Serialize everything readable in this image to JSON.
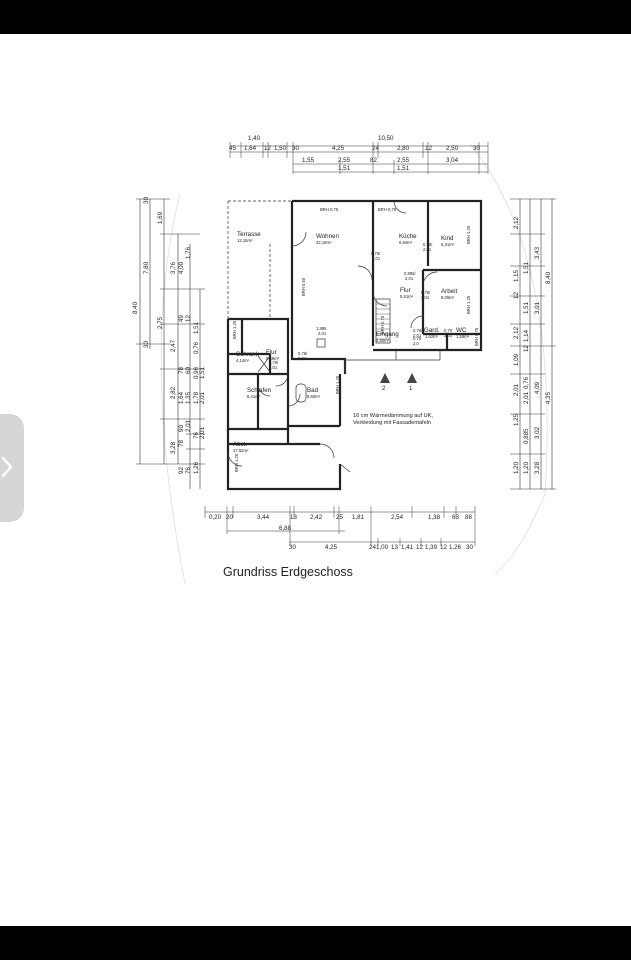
{
  "title": "Grundriss Erdgeschoss",
  "icons": {
    "side_tab": "chevron-right-icon"
  },
  "rooms": {
    "terrasse": {
      "name": "Terrasse",
      "area": "12,15m²"
    },
    "wohnen": {
      "name": "Wohnen",
      "area": "32,19m²"
    },
    "kueche": {
      "name": "Küche",
      "area": "6,94m²"
    },
    "kind": {
      "name": "Kind",
      "area": "8,31m²"
    },
    "flur_ost": {
      "name": "Flur",
      "area": "5,51m²"
    },
    "arbeit": {
      "name": "Arbeit",
      "area": "8,06m²"
    },
    "eingang": {
      "name": "Eingang",
      "area": "2,80m²"
    },
    "gard": {
      "name": "Gard.",
      "area": "1,62m²"
    },
    "wc": {
      "name": "WC",
      "area": "1,59m²"
    },
    "schrank": {
      "name": "Schrank",
      "area": "4,14m²"
    },
    "flur_west": {
      "name": "Flur",
      "area": "5,69m²"
    },
    "schlafen": {
      "name": "Schlafen",
      "area": "8,41m²"
    },
    "bad": {
      "name": "Bad",
      "area": "8,60m²"
    },
    "abst": {
      "name": "Abst.",
      "area": "17,52m²"
    }
  },
  "note": {
    "line1": "16 cm Wärmedämmung auf UK,",
    "line2": "Verkleidung mit Fassadentafeln"
  },
  "section_markers": [
    "2",
    "1"
  ],
  "door_labels": {
    "d1": "0,76/",
    "d1b": "2,01",
    "d2": "0,76/",
    "d2b": "2,01",
    "d3": "0,885/",
    "d3b": "2,01",
    "d4": "0,76/",
    "d4b": "2,01",
    "d5": "0,76/",
    "d5b": "2,01",
    "d6": "0,70",
    "d6b": "2,01",
    "d7": "0,76/",
    "d7b": "2,01",
    "d8": "0,76/",
    "d8b": "2,01",
    "d9": "1,885",
    "d9b": "2,01",
    "d10": "0,76",
    "d10b": "2,0"
  },
  "brh_labels": [
    "BRH 0,75",
    "BRH 1,26",
    "BRH 0,50",
    "BRH 0,75",
    "BRH 1,25",
    "BRH 1,25",
    "BRH 1,25",
    "BRH 1,25",
    "BRH 0,75",
    "BRH 0,75"
  ],
  "dims_top": {
    "row1": [
      "1,40",
      "10,50"
    ],
    "row2": [
      "45",
      "1,64",
      "12",
      "1,50",
      "30",
      "4,25",
      "24",
      "2,80",
      "12",
      "2,50",
      "30"
    ],
    "row3": [
      "1,55",
      "2,55",
      "82",
      "2,55",
      "3,04"
    ],
    "row3b": [
      "1,51",
      "1,51"
    ]
  },
  "dims_left": {
    "outer": [
      "8,40"
    ],
    "col2": [
      "7,80",
      "30",
      "30"
    ],
    "col3": [
      "1,69",
      "3,76",
      "2,75",
      "2,47",
      "2,82",
      "3,28"
    ],
    "col4": [
      "4,00",
      "1,76",
      "49",
      "12",
      "78",
      "60",
      "1,64",
      "1,35",
      "90",
      "2,01",
      "78",
      "92",
      "76"
    ],
    "col5": [
      "1,51",
      "0,76",
      "0,96",
      "1,51",
      "1,78",
      "2,01",
      "76",
      "2,01",
      "1,26"
    ]
  },
  "dims_right": {
    "col1": [
      "2,12",
      "1,15",
      "12",
      "2,12",
      "1,09",
      "2,01",
      "1,25",
      "1,20"
    ],
    "col2": [
      "1,51",
      "1,51",
      "1,14",
      "12",
      "0,76",
      "0,885",
      "1,20",
      "2,01"
    ],
    "col3": [
      "3,43",
      "3,01",
      "4,09",
      "3,02",
      "3,28"
    ],
    "outer": [
      "8,40",
      "4,35"
    ]
  },
  "dims_bottom": {
    "row1": [
      "0,20",
      "20",
      "3,44",
      "13",
      "2,42",
      "25",
      "1,81",
      "2,54",
      "1,38",
      "63",
      "88"
    ],
    "row2": [
      "6,88"
    ],
    "row3": [
      "30",
      "4,25",
      "24",
      "1,00",
      "13",
      "1,41",
      "12",
      "1,39",
      "12",
      "1,26",
      "30"
    ]
  }
}
